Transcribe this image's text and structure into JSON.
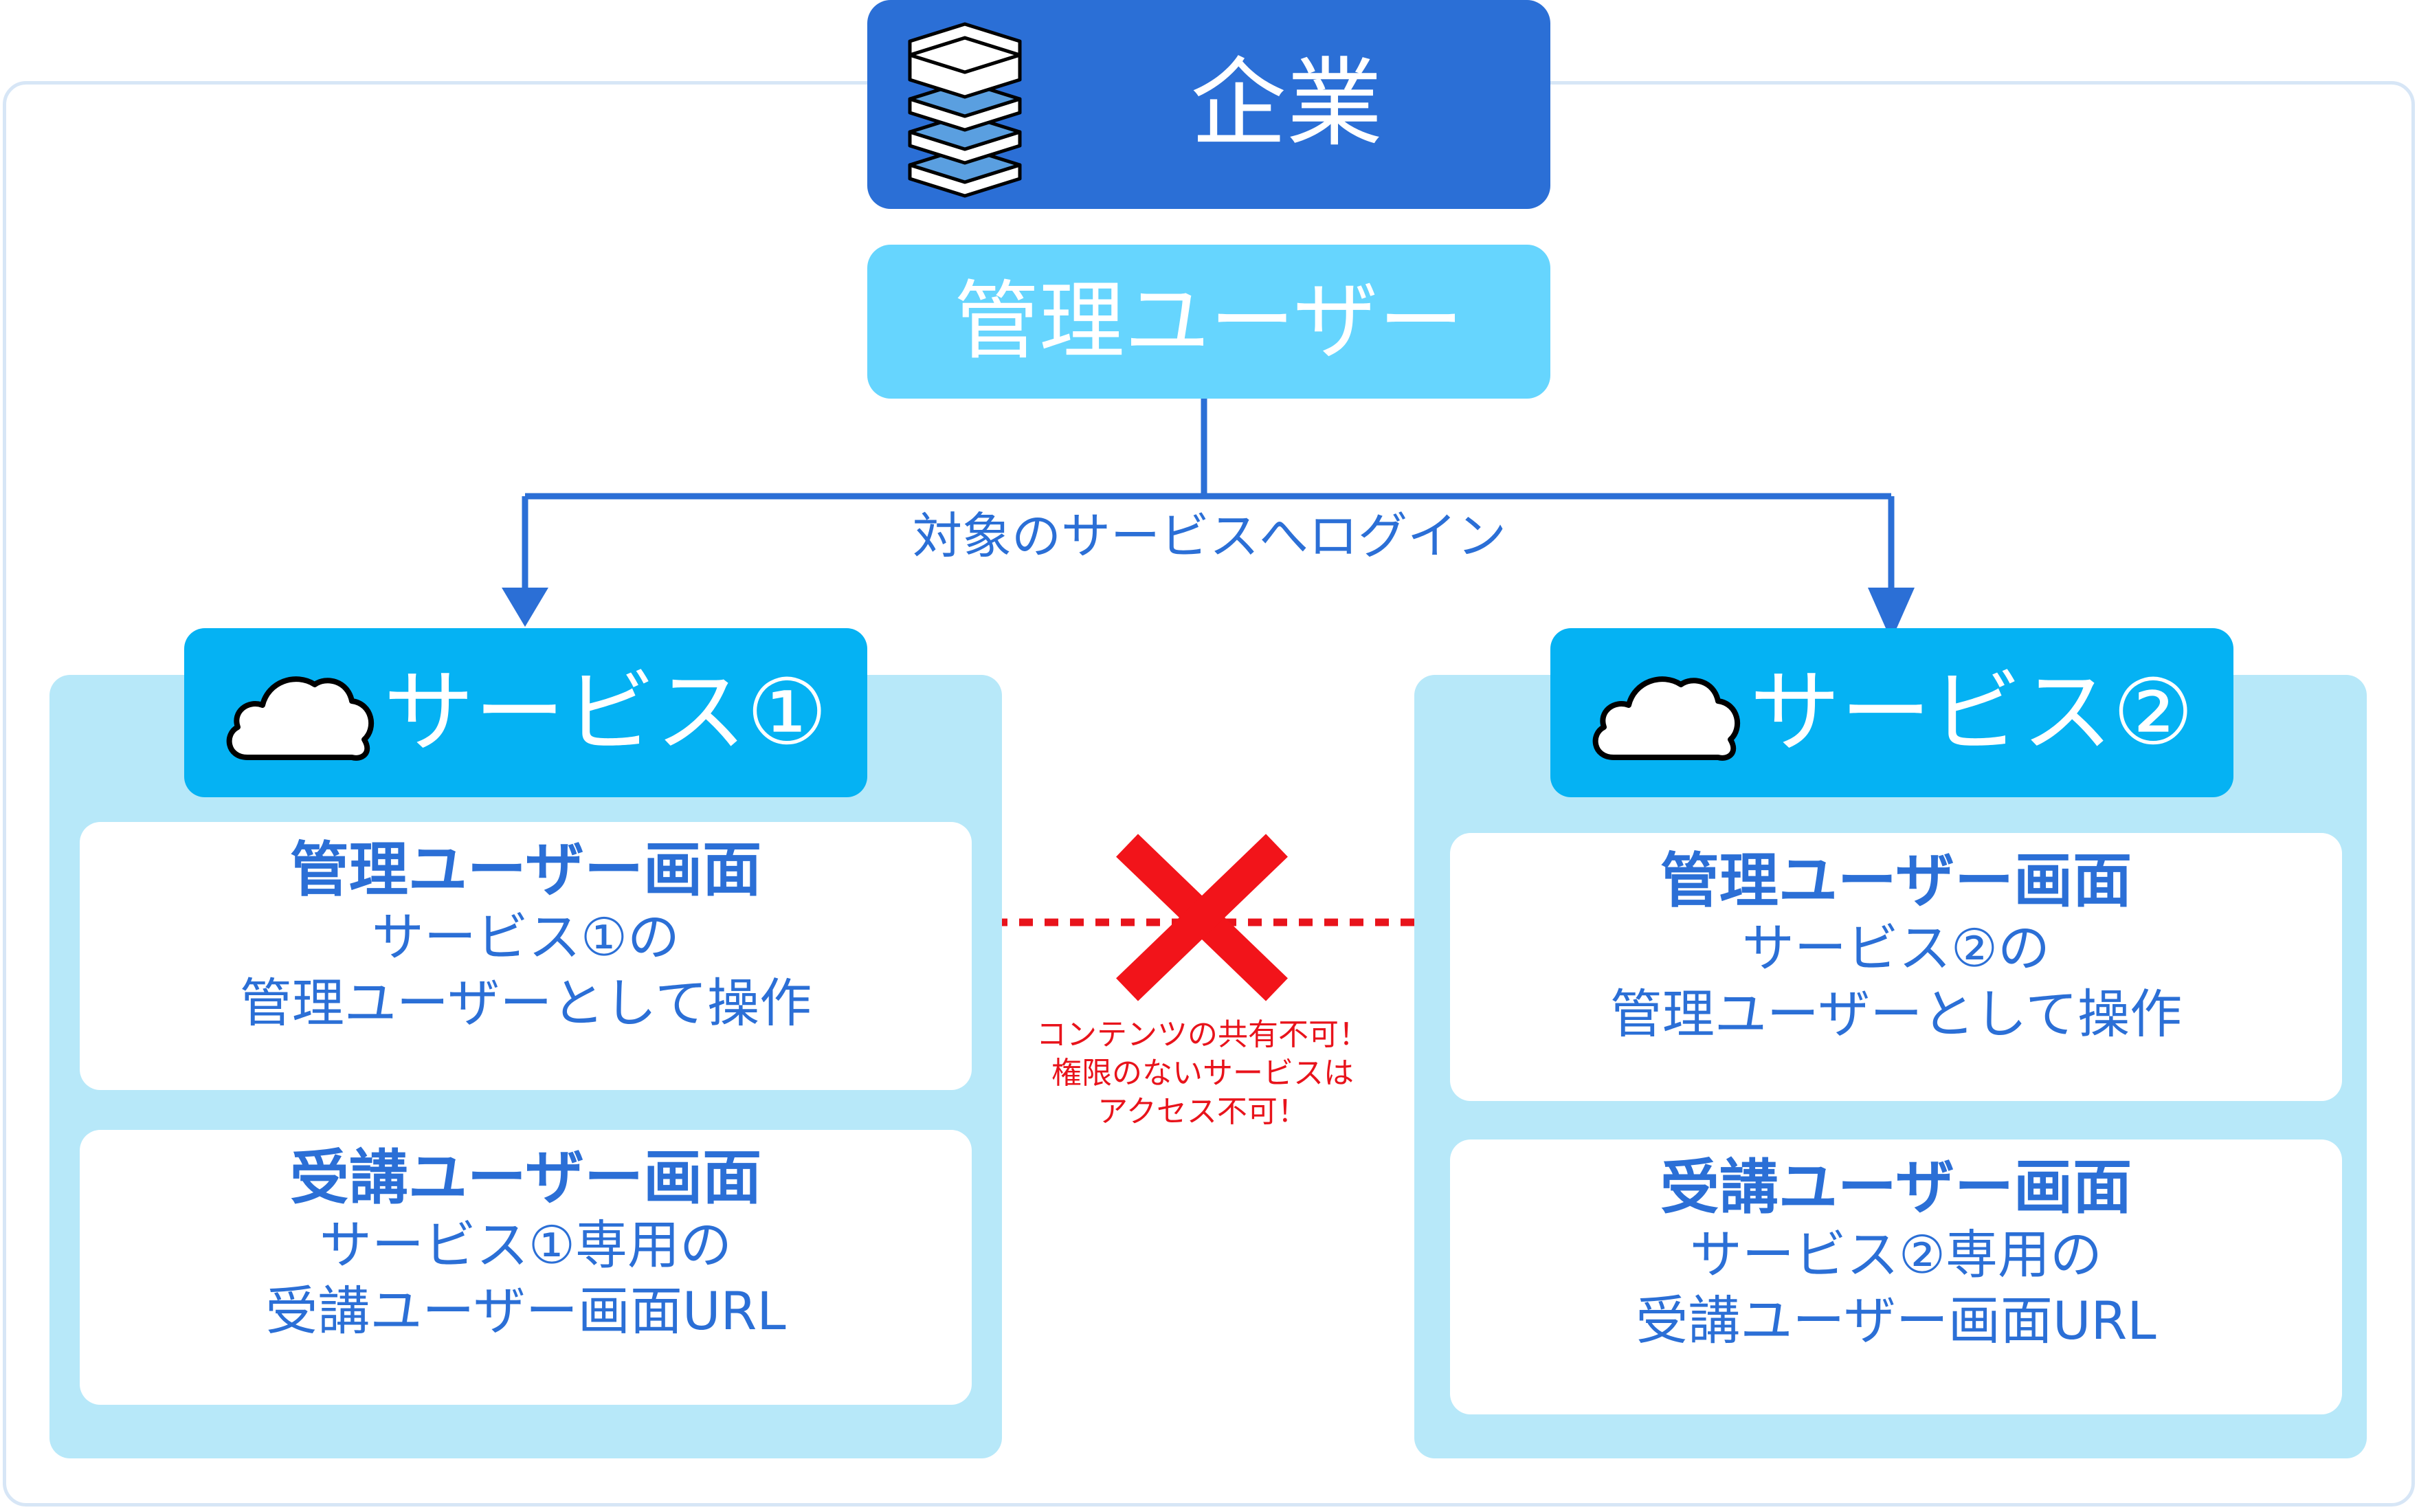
{
  "company": {
    "label": "企業",
    "icon": "building-stack-icon"
  },
  "admin_user": {
    "label": "管理ユーザー"
  },
  "login_label": "対象のサービスへログイン",
  "services": [
    {
      "title": "サービス①",
      "icon": "cloud-icon",
      "admin_card": {
        "title": "管理ユーザー画面",
        "line1": "サービス①の",
        "line2": "管理ユーザーとして操作"
      },
      "learner_card": {
        "title": "受講ユーザー画面",
        "line1": "サービス①専用の",
        "line2": "受講ユーザー画面URL"
      }
    },
    {
      "title": "サービス②",
      "icon": "cloud-icon",
      "admin_card": {
        "title": "管理ユーザー画面",
        "line1": "サービス②の",
        "line2": "管理ユーザーとして操作"
      },
      "learner_card": {
        "title": "受講ユーザー画面",
        "line1": "サービス②専用の",
        "line2": "受講ユーザー画面URL"
      }
    }
  ],
  "warning": {
    "line1": "コンテンツの共有不可！",
    "line2": "権限のないサービスは",
    "line3": "アクセス不可！"
  },
  "colors": {
    "primary_blue": "#2b6fd6",
    "light_cyan": "#66d5fe",
    "service_header": "#05b2f3",
    "service_panel": "#b7e8f9",
    "warning_red": "#e8131b"
  }
}
